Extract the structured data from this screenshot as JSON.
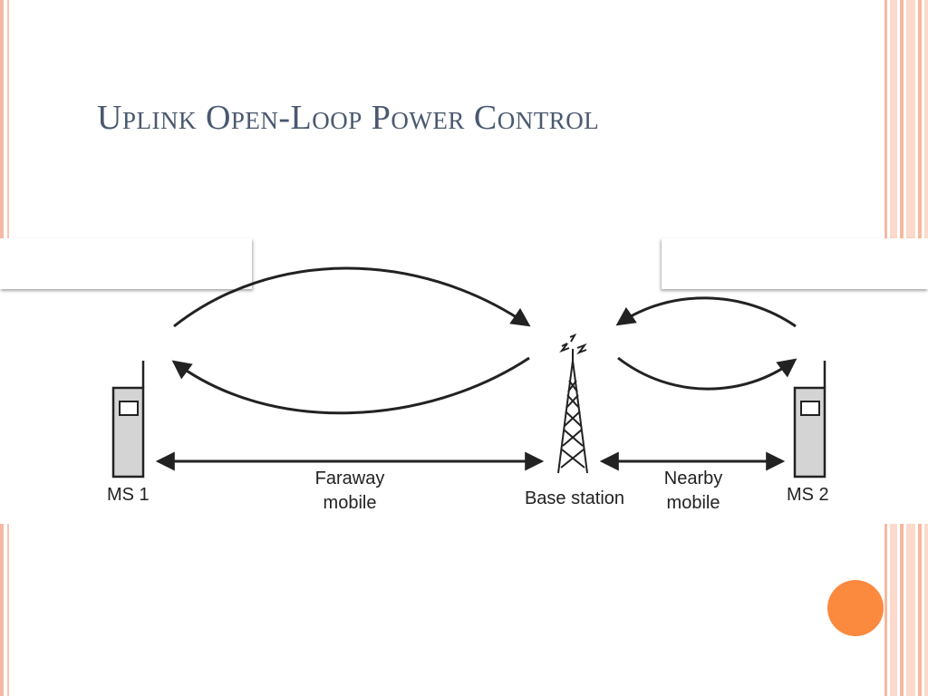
{
  "slide": {
    "title": "Uplink Open-Loop Power Control"
  },
  "diagram": {
    "ms1_label": "MS 1",
    "ms2_label": "MS 2",
    "faraway_line1": "Faraway",
    "faraway_line2": "mobile",
    "base_station_label": "Base station",
    "nearby_line1": "Nearby",
    "nearby_line2": "mobile"
  },
  "colors": {
    "title": "#49586f",
    "accent_dot": "#fb8a3f",
    "border_stripe": "#f6b8a0",
    "border_stripe_light": "#fbd9cb",
    "diagram_ink": "#222222",
    "phone_body": "#d4d4d4"
  }
}
